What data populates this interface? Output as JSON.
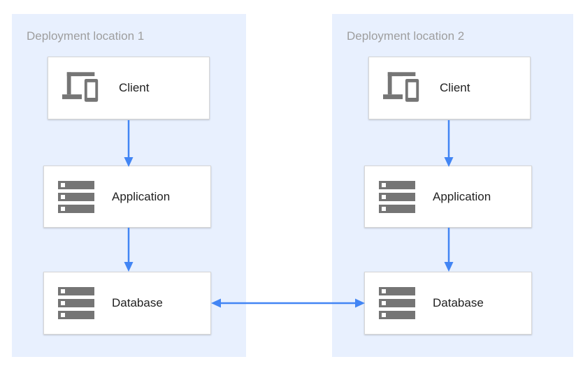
{
  "locations": [
    {
      "title": "Deployment location 1",
      "nodes": [
        {
          "id": "client",
          "label": "Client",
          "icon": "client-devices-icon"
        },
        {
          "id": "application",
          "label": "Application",
          "icon": "server-stack-icon"
        },
        {
          "id": "database",
          "label": "Database",
          "icon": "server-stack-icon"
        }
      ]
    },
    {
      "title": "Deployment location 2",
      "nodes": [
        {
          "id": "client",
          "label": "Client",
          "icon": "client-devices-icon"
        },
        {
          "id": "application",
          "label": "Application",
          "icon": "server-stack-icon"
        },
        {
          "id": "database",
          "label": "Database",
          "icon": "server-stack-icon"
        }
      ]
    }
  ],
  "connections": [
    {
      "from": "location-1-client",
      "to": "location-1-application",
      "direction": "down"
    },
    {
      "from": "location-1-application",
      "to": "location-1-database",
      "direction": "down"
    },
    {
      "from": "location-2-client",
      "to": "location-2-application",
      "direction": "down"
    },
    {
      "from": "location-2-application",
      "to": "location-2-database",
      "direction": "down"
    },
    {
      "from": "location-1-database",
      "to": "location-2-database",
      "direction": "bidirectional"
    }
  ],
  "colors": {
    "container_bg": "#E8F0FE",
    "arrow_blue": "#4285F4",
    "icon_gray": "#757575",
    "title_gray": "#9E9E9E",
    "box_border": "#D6D6D6",
    "box_bg": "#FFFFFF",
    "label_text": "#212121"
  }
}
